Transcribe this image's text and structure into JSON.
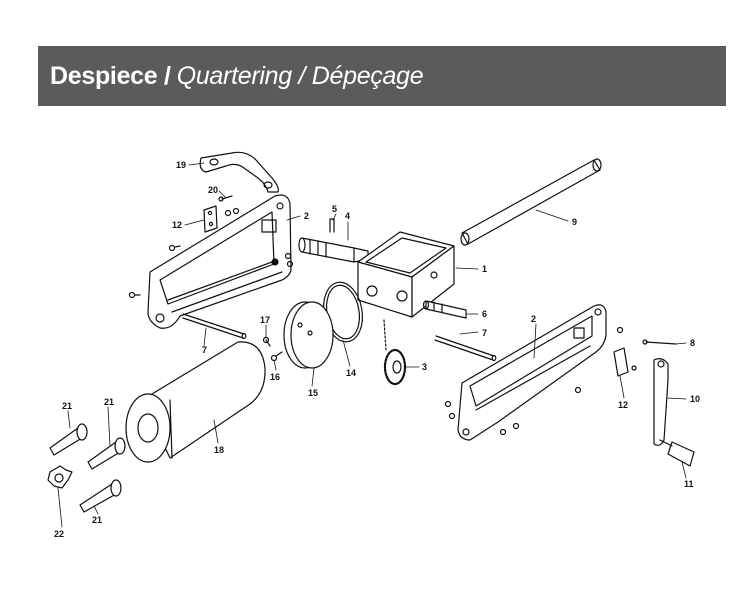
{
  "header": {
    "title_bold": "Despiece /",
    "title_rest": "Quartering / Dépeçage",
    "background": "#5b5b5b"
  },
  "labels": {
    "l1": "1",
    "l2a": "2",
    "l2b": "2",
    "l3": "3",
    "l4": "4",
    "l5": "5",
    "l6": "6",
    "l7a": "7",
    "l7b": "7",
    "l8": "8",
    "l9": "9",
    "l10": "10",
    "l11": "11",
    "l12a": "12",
    "l12b": "12",
    "l14": "14",
    "l15": "15",
    "l16": "16",
    "l17": "17",
    "l18": "18",
    "l19": "19",
    "l20": "20",
    "l21a": "21",
    "l21b": "21",
    "l21c": "21",
    "l22": "22"
  }
}
